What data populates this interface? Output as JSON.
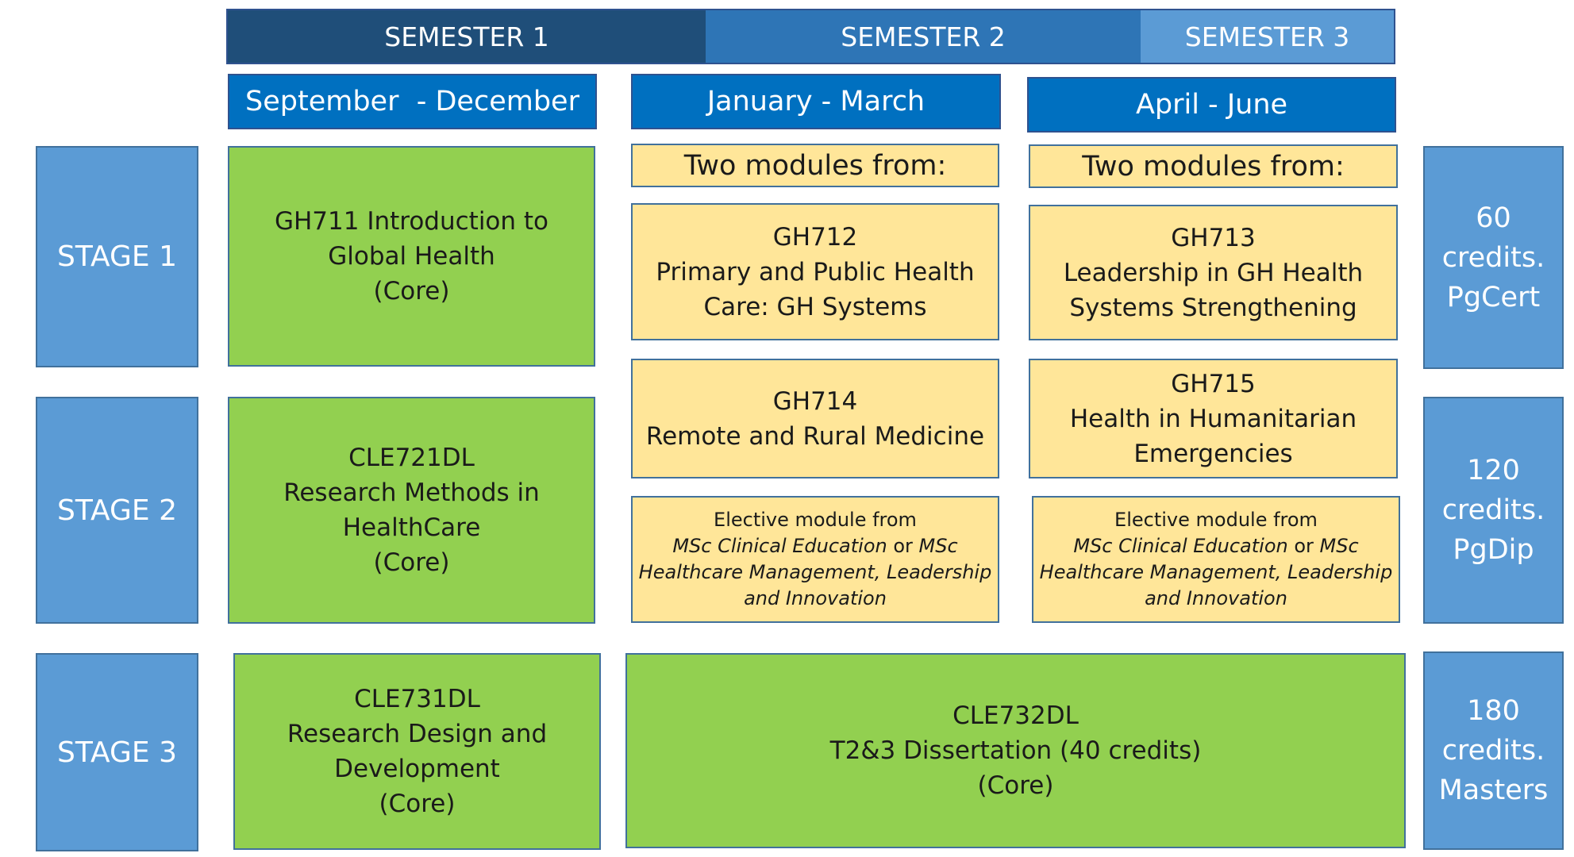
{
  "semesters": [
    {
      "label": "SEMESTER 1",
      "color": "#1f4e79"
    },
    {
      "label": "SEMESTER 2",
      "color": "#2e75b6"
    },
    {
      "label": "SEMESTER 3",
      "color": "#5b9bd5"
    }
  ],
  "periods": [
    "September  - December",
    "January - March",
    "April - June"
  ],
  "stages": [
    "STAGE 1",
    "STAGE 2",
    "STAGE 3"
  ],
  "credits": [
    [
      "60",
      "credits.",
      "PgCert"
    ],
    [
      "120",
      "credits.",
      "PgDip"
    ],
    [
      "180",
      "credits.",
      "Masters"
    ]
  ],
  "headers": {
    "sem2": "Two modules from:",
    "sem3": "Two modules from:"
  },
  "modules": {
    "gh711": [
      "GH711 Introduction to",
      "Global Health",
      "(Core)"
    ],
    "cle721": [
      "CLE721DL",
      "Research Methods in",
      "HealthCare",
      "(Core)"
    ],
    "cle731": [
      "CLE731DL",
      "Research Design and",
      "Development",
      "(Core)"
    ],
    "gh712": [
      "GH712",
      "Primary and Public Health",
      "Care: GH Systems"
    ],
    "gh713": [
      "GH713",
      "Leadership in GH Health",
      "Systems Strengthening"
    ],
    "gh714": [
      "GH714",
      "Remote and Rural Medicine"
    ],
    "gh715": [
      "GH715",
      "Health in Humanitarian",
      "Emergencies"
    ],
    "cle732": [
      "CLE732DL",
      "T2&3 Dissertation (40 credits)",
      "(Core)"
    ]
  },
  "elective": {
    "line1": "Elective module from",
    "line2a": "MSc Clinical Education",
    "or": " or ",
    "line2b": "MSc",
    "line3": "Healthcare Management, Leadership",
    "line4": "and Innovation"
  },
  "colors": {
    "core": "#92d050",
    "optional": "#ffe699",
    "stage": "#5b9bd5",
    "period": "#0070c0"
  }
}
